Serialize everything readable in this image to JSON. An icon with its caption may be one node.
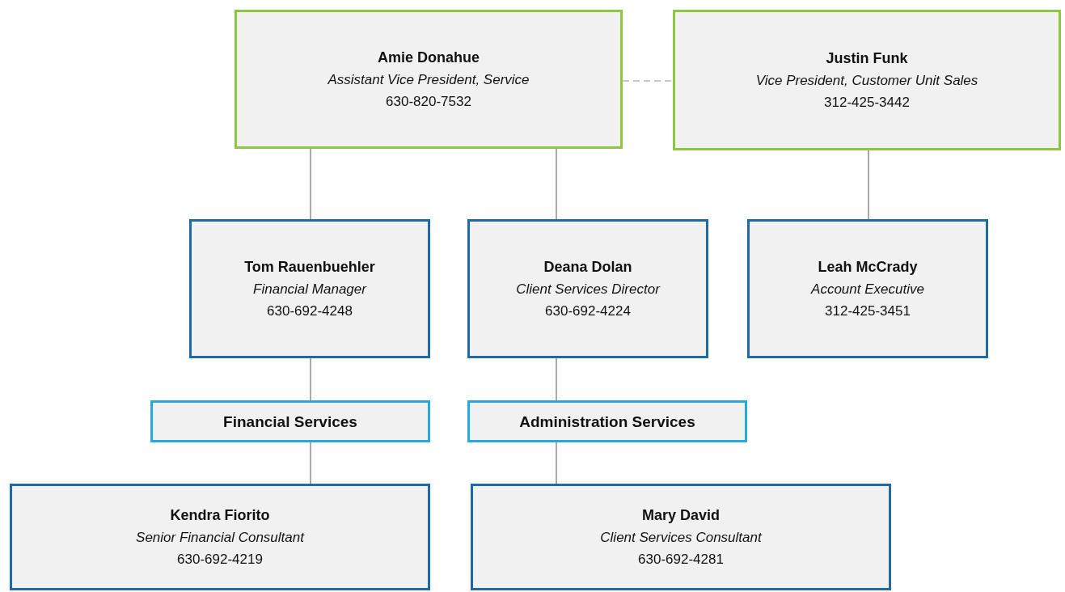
{
  "diagram": {
    "nodes": [
      {
        "text": [
          "Amie Donahue",
          "Assistant Vice President, Service",
          "630-820-7532"
        ]
      },
      {
        "text": [
          "Justin Funk",
          "Vice President, Customer Unit Sales",
          "312-425-3442"
        ]
      },
      {
        "text": [
          "Tom Rauenbuehler",
          "Financial Manager",
          "630-692-4248"
        ]
      },
      {
        "text": [
          "Deana Dolan",
          "Client Services Director",
          "630-692-4224"
        ]
      },
      {
        "text": [
          "Leah McCrady",
          "Account Executive",
          "312-425-3451"
        ]
      },
      {
        "text": [
          "Financial Services"
        ]
      },
      {
        "text": [
          "Administration Services"
        ]
      },
      {
        "text": [
          "Kendra Fiorito",
          "Senior Financial Consultant",
          "630-692-4219"
        ]
      },
      {
        "text": [
          "Mary David",
          "Client Services Consultant",
          "630-692-4281"
        ]
      }
    ],
    "edges": [
      {
        "from": 0,
        "to": 1,
        "arrow": "none",
        "style": "dashed",
        "color": "#c8c8c8"
      },
      {
        "from": 0,
        "to": 2,
        "arrow": "none"
      },
      {
        "from": 0,
        "to": 3,
        "arrow": "none"
      },
      {
        "from": 1,
        "to": 4,
        "arrow": "none"
      },
      {
        "from": 2,
        "to": 5,
        "arrow": "none"
      },
      {
        "from": 3,
        "to": 6,
        "arrow": "none"
      },
      {
        "from": 5,
        "to": 7,
        "arrow": "none"
      },
      {
        "from": 6,
        "to": 8,
        "arrow": "none"
      }
    ]
  }
}
